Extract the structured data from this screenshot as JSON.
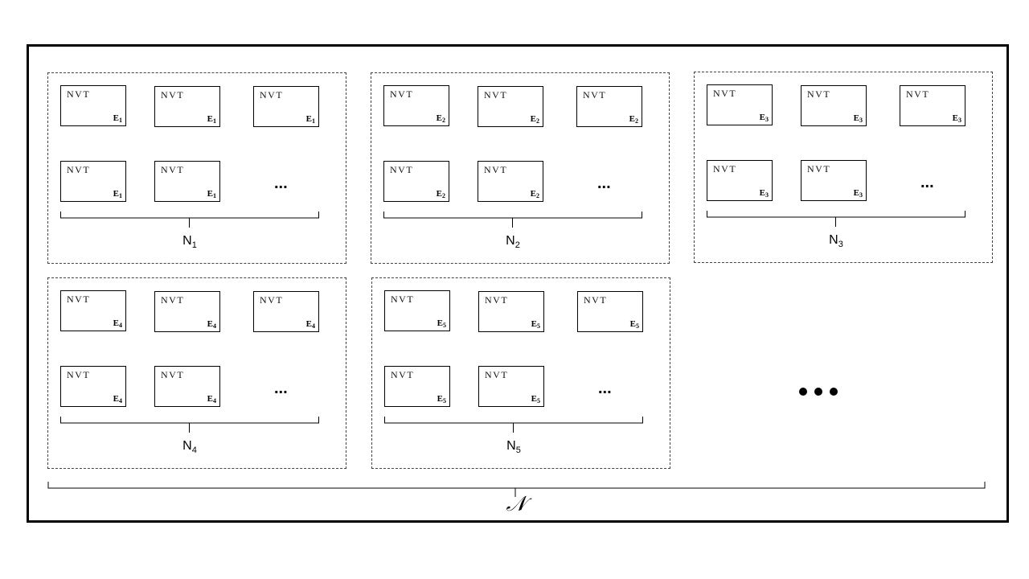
{
  "card_label": "NVT",
  "groups": [
    {
      "id": "1",
      "label_main": "N",
      "label_sub": "1",
      "sub_main": "E",
      "sub_sub": "1"
    },
    {
      "id": "2",
      "label_main": "N",
      "label_sub": "2",
      "sub_main": "E",
      "sub_sub": "2"
    },
    {
      "id": "3",
      "label_main": "N",
      "label_sub": "3",
      "sub_main": "E",
      "sub_sub": "3"
    },
    {
      "id": "4",
      "label_main": "N",
      "label_sub": "4",
      "sub_main": "E",
      "sub_sub": "4"
    },
    {
      "id": "5",
      "label_main": "N",
      "label_sub": "5",
      "sub_main": "E",
      "sub_sub": "5"
    }
  ],
  "ellipsis": "...",
  "total_label": "𝒩"
}
